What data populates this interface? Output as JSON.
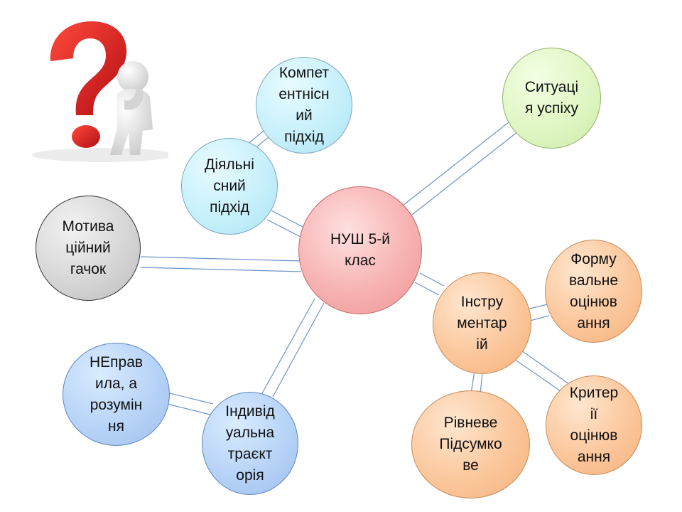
{
  "diagram": {
    "nodes": {
      "center": "НУШ 5-й\nклас",
      "kompetentnisnyi": "Компет\nентнісн\nий\nпідхід",
      "diialnisnyi": "Діяльні\nсний\nпідхід",
      "sytuatsii": "Ситуаці\nя успіху",
      "motyvatsiinyi": "Мотива\nційний\nгачок",
      "nepravyla": "НЕправ\nила, а\nрозумін\nня",
      "indyvidualna": "Індивід\nуальна\nтраєкт\nорія",
      "instrumentarii": "Інстру\nментар\nій",
      "formuvalne": "Форму\nвальне\nоцінюв\nання",
      "kryterii": "Критер\nії\nоцінюв\nання",
      "rivneve": "Рівневе\nПідсумко\nве"
    },
    "colors": {
      "line": "#6b93c7",
      "center_fill": "#f7b2b2",
      "question_mark": "#d9171b",
      "figure": "#e6e6e6"
    }
  },
  "illustration": {
    "icon": "thinking-person-question-mark-icon"
  }
}
